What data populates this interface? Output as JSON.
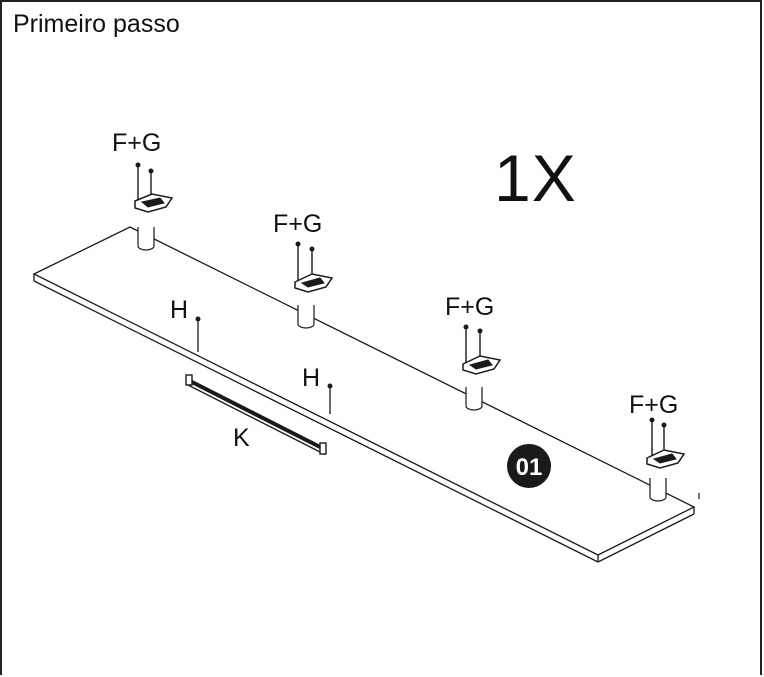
{
  "step_title": "Primeiro passo",
  "quantity": "1X",
  "hardware_labels": [
    "F+G",
    "F+G",
    "F+G",
    "F+G"
  ],
  "pin_labels": [
    "H",
    "H"
  ],
  "rail_label": "K",
  "part_number": "01",
  "colors": {
    "line": "#1a1a1a",
    "badge": "#1a1a1a",
    "badge_text": "#ffffff"
  }
}
